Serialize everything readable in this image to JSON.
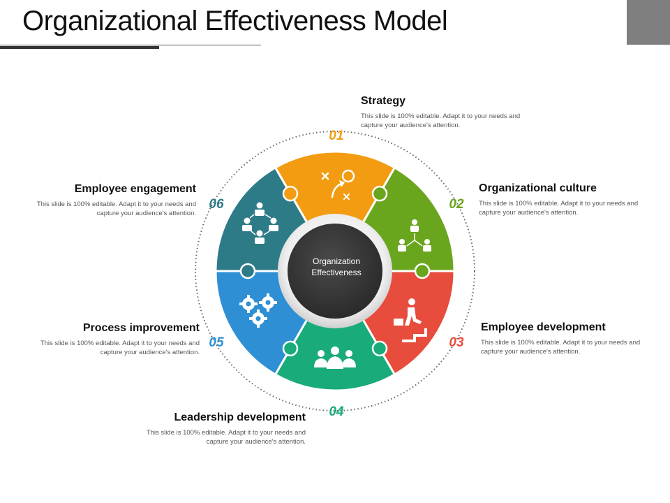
{
  "title": "Organizational Effectiveness Model",
  "center": {
    "line1": "Organization",
    "line2": "Effectiveness"
  },
  "colors": {
    "strategy": "#f39c12",
    "culture": "#6aa51e",
    "employee_development": "#e74c3c",
    "leadership": "#1aab7a",
    "process": "#2e8fd4",
    "engagement": "#2e7b88",
    "center": "#3a3a3a"
  },
  "segments": [
    {
      "number": "01",
      "heading": "Strategy",
      "description": "This slide is 100% editable. Adapt it to your needs and capture your audience's attention.",
      "icon": "strategy-play-icon"
    },
    {
      "number": "02",
      "heading": "Organizational culture",
      "description": "This slide is 100% editable. Adapt it to your needs and capture your audience's attention.",
      "icon": "team-network-icon"
    },
    {
      "number": "03",
      "heading": "Employee development",
      "description": "This slide is 100% editable. Adapt it to your needs and capture your audience's attention.",
      "icon": "climbing-stairs-icon"
    },
    {
      "number": "04",
      "heading": "Leadership development",
      "description": "This slide is 100% editable. Adapt it to your needs and capture your audience's attention.",
      "icon": "leadership-group-icon"
    },
    {
      "number": "05",
      "heading": "Process improvement",
      "description": "This slide is 100% editable. Adapt it to your needs and capture your audience's attention.",
      "icon": "gears-icon"
    },
    {
      "number": "06",
      "heading": "Employee engagement",
      "description": "This slide is 100% editable. Adapt it to your needs and capture your audience's attention.",
      "icon": "people-connection-icon"
    }
  ]
}
